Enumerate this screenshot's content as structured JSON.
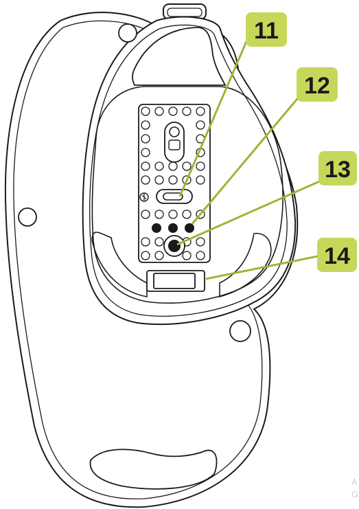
{
  "colors": {
    "outline": "#1a1a1a",
    "callout_fill": "#c6d75a",
    "callout_line": "#9fb436",
    "background": "#ffffff",
    "corner_text": "#cfcfcf"
  },
  "callouts": [
    {
      "id": "11",
      "label": "11"
    },
    {
      "id": "12",
      "label": "12"
    },
    {
      "id": "13",
      "label": "13"
    },
    {
      "id": "14",
      "label": "14"
    }
  ],
  "corner_text": [
    "A",
    "G"
  ]
}
